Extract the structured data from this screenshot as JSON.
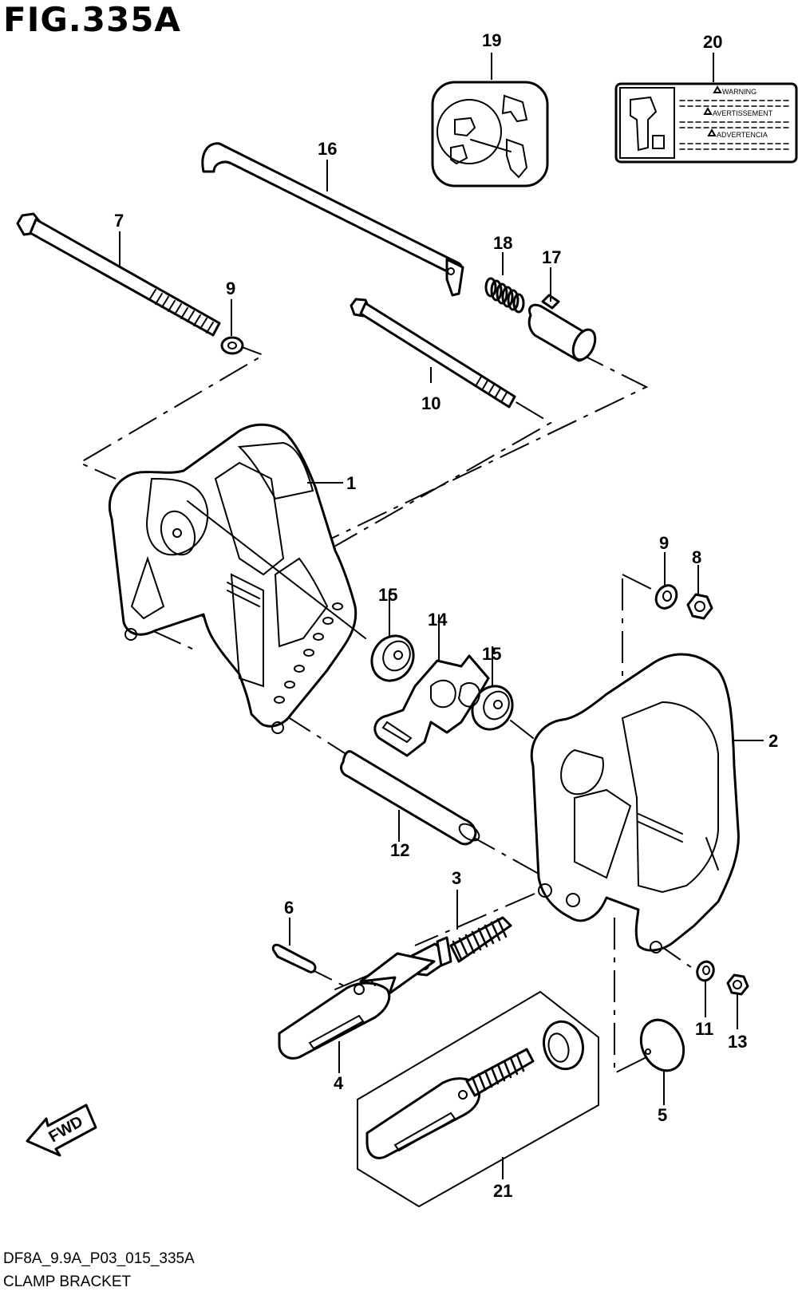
{
  "figure": {
    "title": "FIG.335A",
    "code": "DF8A_9.9A_P03_015_335A",
    "name": "CLAMP BRACKET"
  },
  "callouts": {
    "c1": "1",
    "c2": "2",
    "c3": "3",
    "c4": "4",
    "c5": "5",
    "c6": "6",
    "c7": "7",
    "c8": "8",
    "c9a": "9",
    "c9b": "9",
    "c10": "10",
    "c11": "11",
    "c12": "12",
    "c13": "13",
    "c14": "14",
    "c15a": "15",
    "c15b": "15",
    "c16": "16",
    "c17": "17",
    "c18": "18",
    "c19": "19",
    "c20": "20",
    "c21": "21"
  },
  "warning_label": {
    "line1": "WARNING",
    "line2": "AVERTISSEMENT",
    "line3": "ADVERTENCIA"
  },
  "fwd_arrow": {
    "text": "FWD"
  }
}
